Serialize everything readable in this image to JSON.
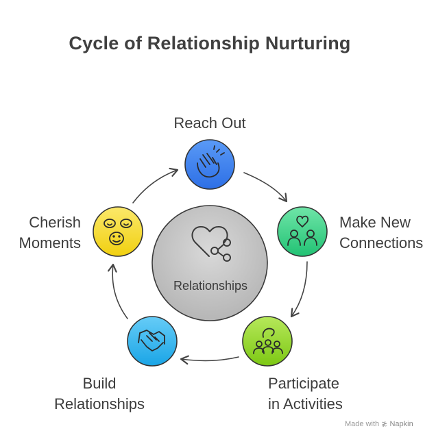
{
  "title": "Cycle of Relationship Nurturing",
  "center": {
    "label": "Relationships",
    "icon": "heart-share-icon"
  },
  "steps": [
    {
      "id": "reach-out",
      "lines": [
        "Reach Out"
      ],
      "color": "#3f84f2",
      "icon": "clapping-hands-icon"
    },
    {
      "id": "make-new-connections",
      "lines": [
        "Make New",
        "Connections"
      ],
      "color": "#3ed38a",
      "icon": "two-people-heart-icon"
    },
    {
      "id": "participate-in-activities",
      "lines": [
        "Participate",
        "in Activities"
      ],
      "color": "#9ad82a",
      "icon": "group-activity-icon"
    },
    {
      "id": "build-relationships",
      "lines": [
        "Build",
        "Relationships"
      ],
      "color": "#33b6f0",
      "icon": "handshake-icon"
    },
    {
      "id": "cherish-moments",
      "lines": [
        "Cherish",
        "Moments"
      ],
      "color": "#f6dc2c",
      "icon": "smiling-faces-icon"
    }
  ],
  "footer": {
    "prefix": "Made with",
    "brand": "Napkin",
    "icon": "napkin-logo-icon"
  }
}
